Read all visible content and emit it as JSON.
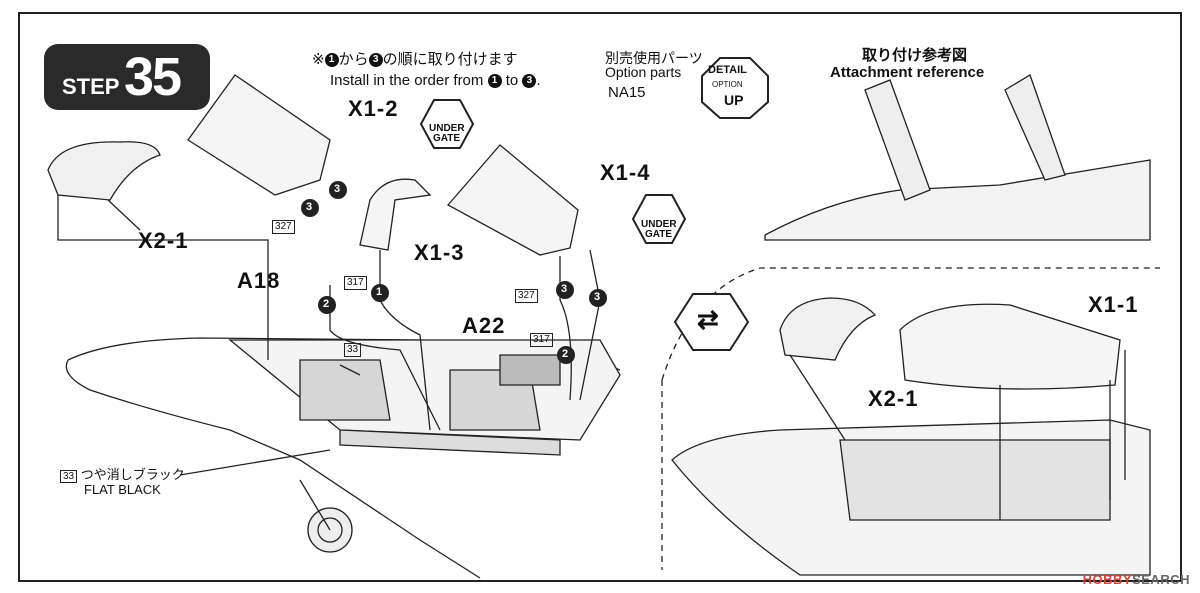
{
  "step": {
    "word": "STEP",
    "number": "35"
  },
  "instruction": {
    "jp_prefix": "※",
    "jp_from": "1",
    "jp_mid": "から",
    "jp_to": "3",
    "jp_suffix": "の順に取り付けます",
    "en_prefix": "Install in the order from",
    "en_from": "1",
    "en_mid": "to",
    "en_to": "3",
    "en_suffix": "."
  },
  "option": {
    "jp": "別売使用パーツ",
    "en": "Option parts",
    "code": "NA15",
    "badge_top": "DETAIL",
    "badge_mid": "OPTION",
    "badge_bot": "UP"
  },
  "reference": {
    "jp": "取り付け参考図",
    "en": "Attachment reference"
  },
  "under_gate": {
    "line1": "UNDER",
    "line2": "GATE"
  },
  "parts": {
    "x1_2": "X1-2",
    "x1_3": "X1-3",
    "x1_4": "X1-4",
    "x2_1_left": "X2-1",
    "a18": "A18",
    "a22": "A22",
    "x1_1": "X1-1",
    "x2_1_right": "X2-1"
  },
  "color_refs": {
    "r327a": "327",
    "r317a": "317",
    "r327b": "327",
    "r317b": "317",
    "r33": "33"
  },
  "seq": {
    "s1": "1",
    "s2a": "2",
    "s2b": "2",
    "s3a": "3",
    "s3b": "3",
    "s3c": "3",
    "s3d": "3"
  },
  "paint": {
    "num": "33",
    "jp": "つや消しブラック",
    "en": "FLAT BLACK"
  },
  "watermark": {
    "brand": "HOBBY",
    "rest": "SEARCH"
  }
}
